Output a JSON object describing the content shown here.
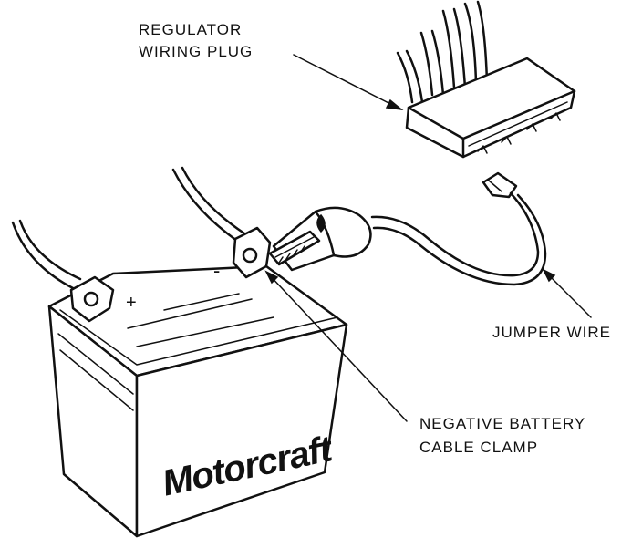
{
  "labels": {
    "regulator_line1": "REGULATOR",
    "regulator_line2": "WIRING PLUG",
    "jumper": "JUMPER WIRE",
    "negative_line1": "NEGATIVE BATTERY",
    "negative_line2": "CABLE CLAMP"
  },
  "battery": {
    "brand": "Motorcraft",
    "positive_mark": "+",
    "negative_mark": "-"
  },
  "colors": {
    "ink": "#111111",
    "background": "#ffffff"
  }
}
